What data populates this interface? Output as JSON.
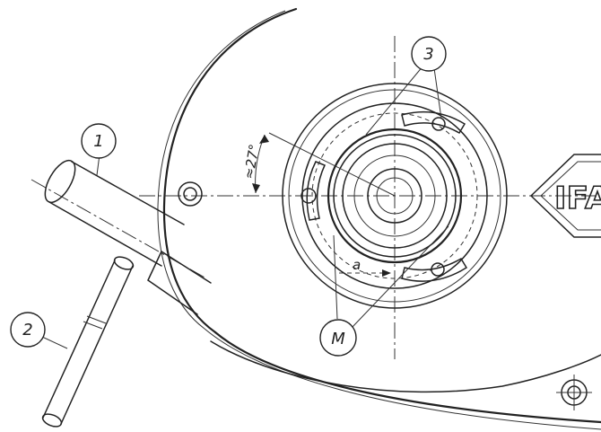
{
  "callouts": {
    "part_1": "1",
    "part_2": "2",
    "part_3": "3",
    "part_m": "M"
  },
  "dimensions": {
    "angle": "≈27°",
    "offset": "a"
  },
  "logo": {
    "text": "IFA"
  }
}
